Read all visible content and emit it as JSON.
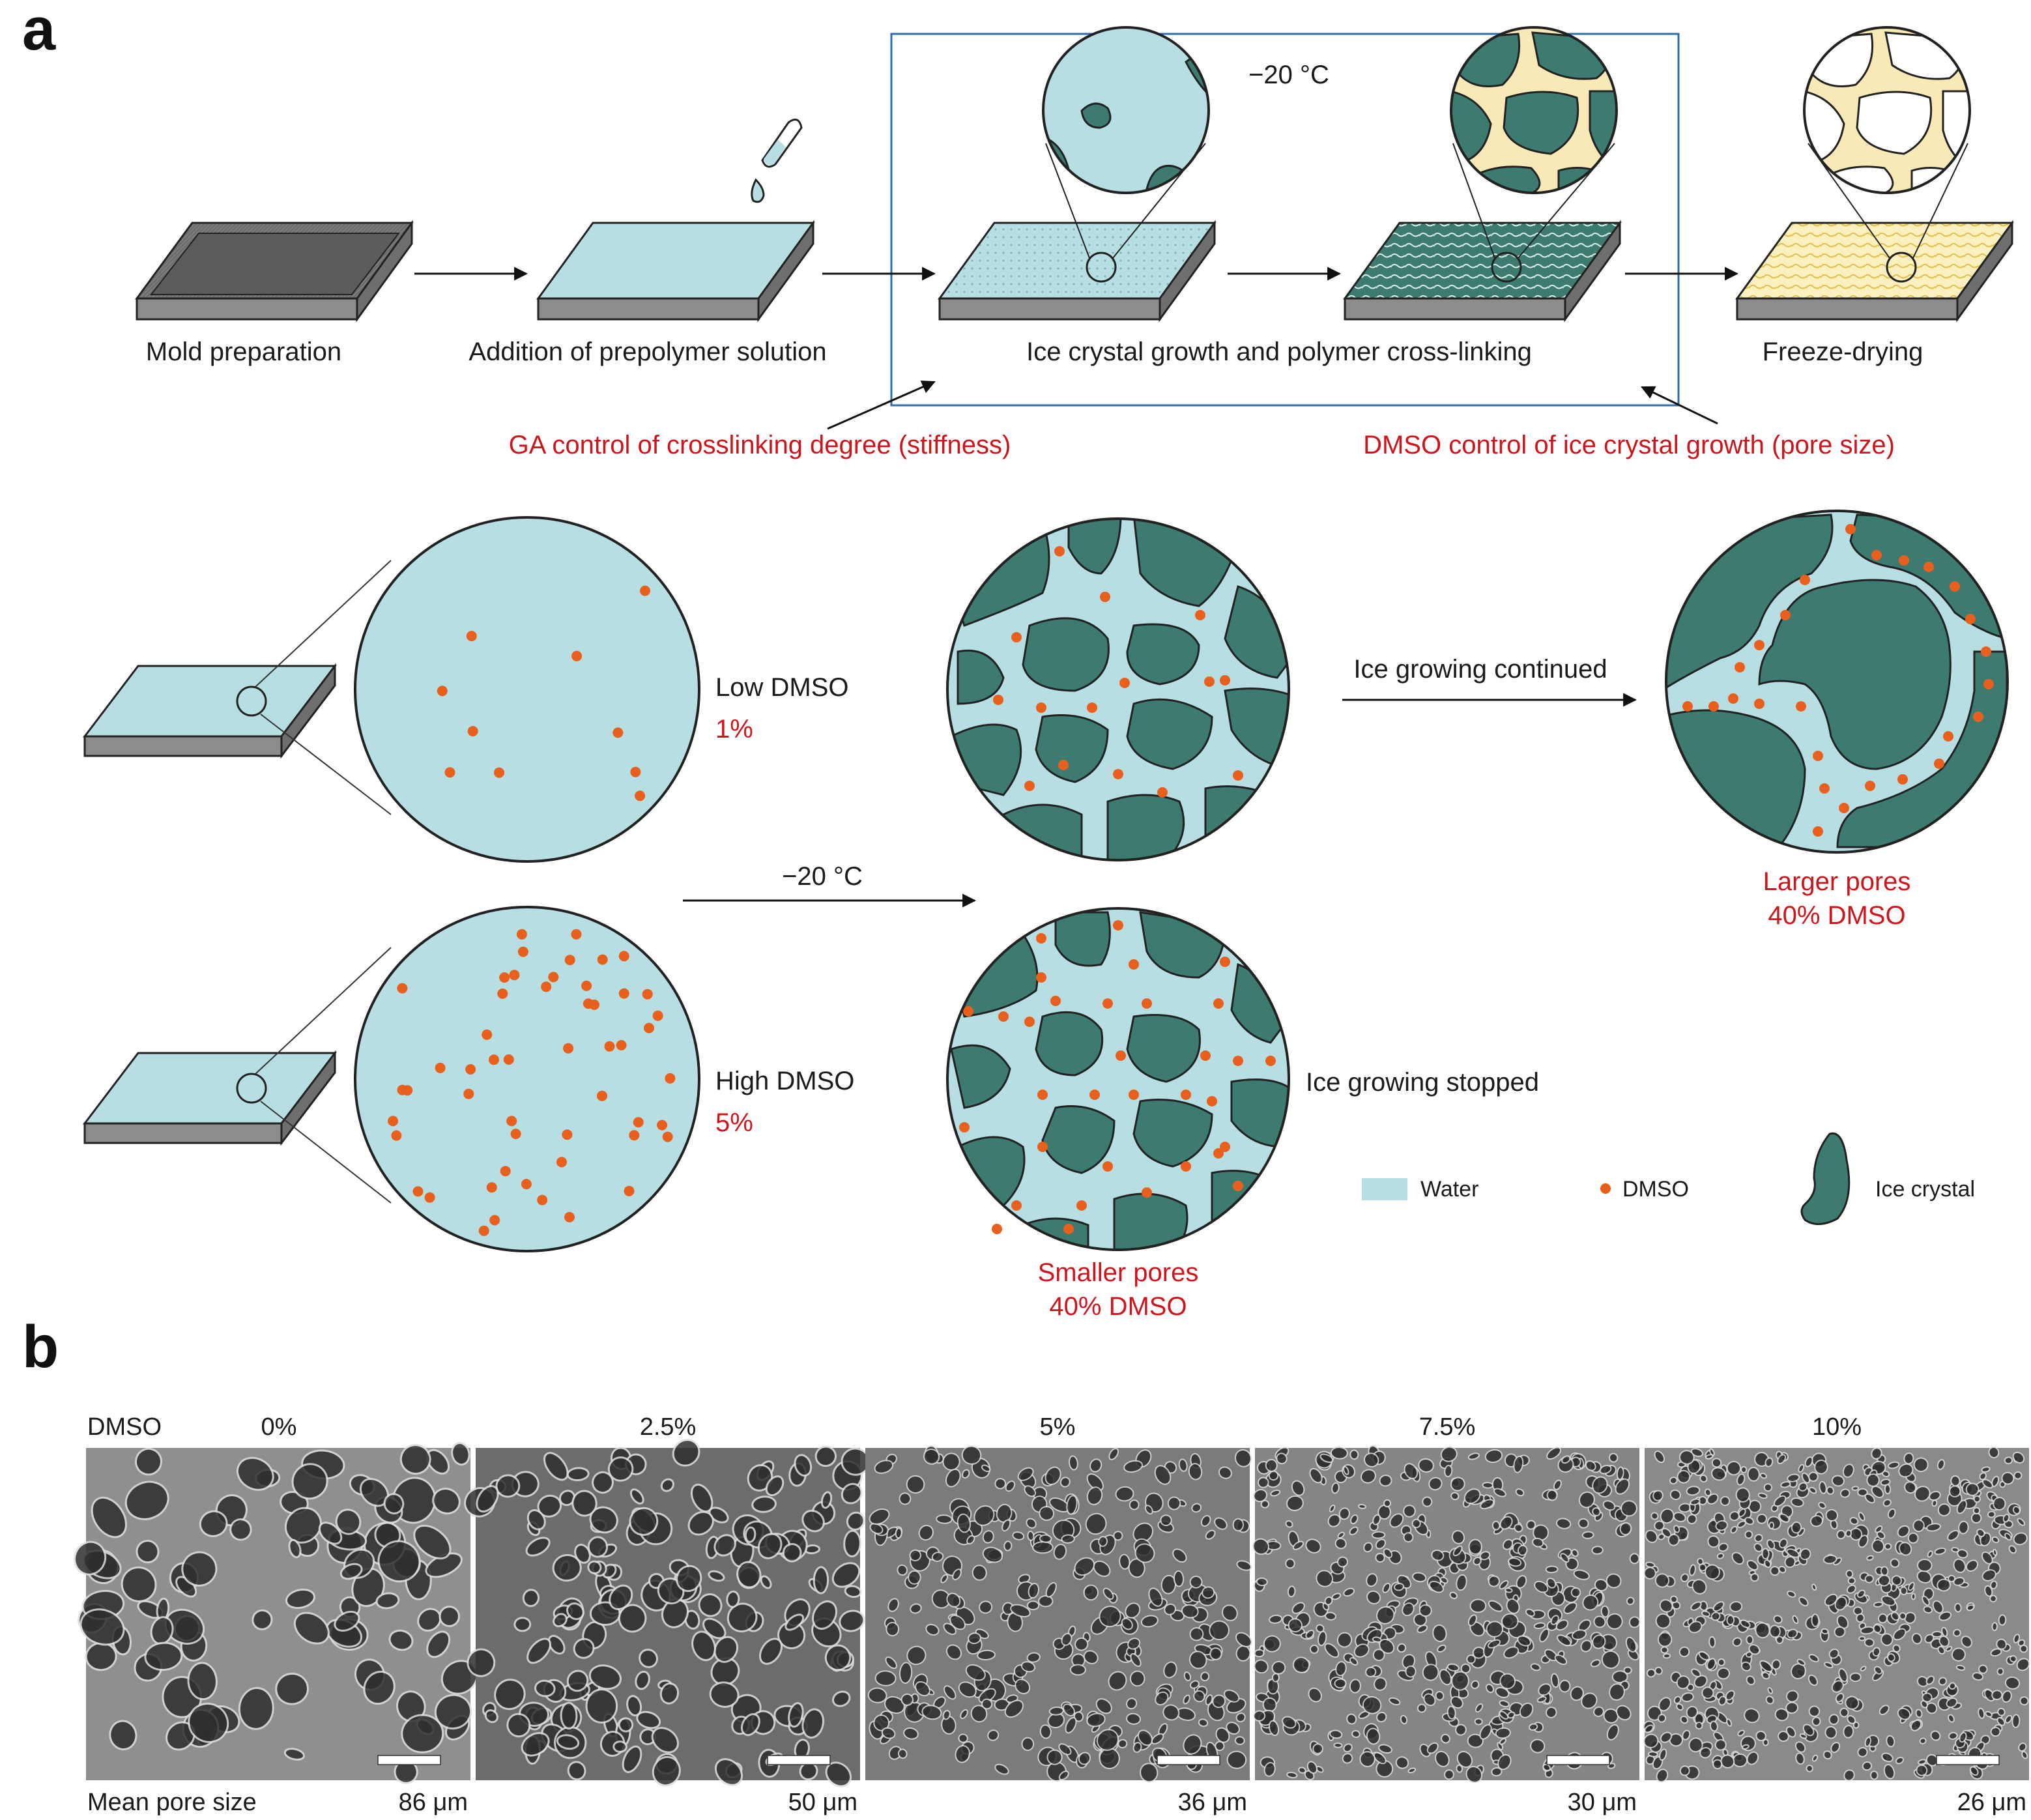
{
  "panel_a": {
    "letter": "a",
    "temp_top": "−20 °C",
    "steps": [
      "Mold preparation",
      "Addition of prepolymer solution",
      "Ice crystal growth and polymer cross-linking",
      "Freeze-drying"
    ],
    "controls": {
      "ga": "GA control of crosslinking degree (stiffness)",
      "dmso": "DMSO control of ice crystal growth (pore size)"
    },
    "low": {
      "label": "Low DMSO",
      "pct": "1%"
    },
    "high": {
      "label": "High DMSO",
      "pct": "5%"
    },
    "temp_mid": "−20 °C",
    "ice_continued": "Ice growing continued",
    "ice_stopped": "Ice growing stopped",
    "larger": {
      "line1": "Larger pores",
      "line2": "40% DMSO"
    },
    "smaller": {
      "line1": "Smaller pores",
      "line2": "40% DMSO"
    },
    "legend": {
      "water": "Water",
      "dmso": "DMSO",
      "ice": "Ice crystal"
    },
    "colors": {
      "water": "#b7dfe3",
      "ice": "#3d7a70",
      "dmso": "#e8601c",
      "polymer": "#f8e9b6",
      "control_text": "#d0141b",
      "box": "#2f6fb0"
    }
  },
  "panel_b": {
    "letter": "b",
    "row_label": "DMSO",
    "footer_label": "Mean pore size",
    "images": [
      {
        "dmso": "0%",
        "pore": "86 μm"
      },
      {
        "dmso": "2.5%",
        "pore": "50 μm"
      },
      {
        "dmso": "5%",
        "pore": "36 μm"
      },
      {
        "dmso": "7.5%",
        "pore": "30 μm"
      },
      {
        "dmso": "10%",
        "pore": "26 μm"
      }
    ]
  }
}
